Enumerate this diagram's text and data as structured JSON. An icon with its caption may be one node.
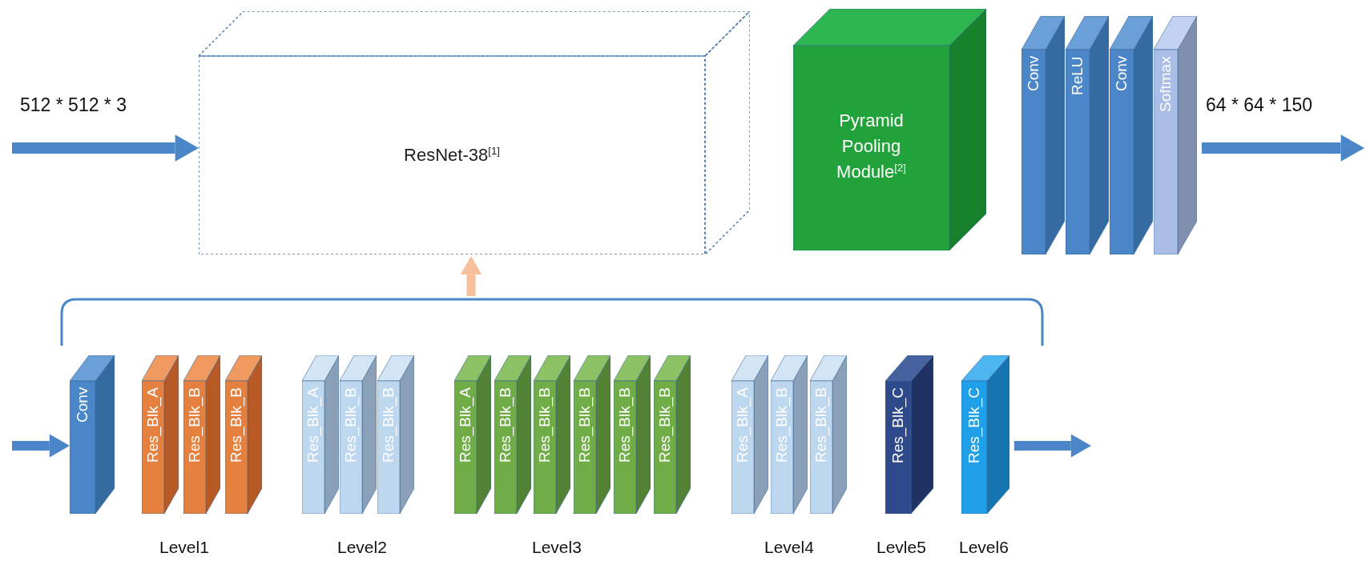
{
  "diagram": {
    "nodes": [
      {
        "text": [
          "ResNet-38$^{[1]}$"
        ]
      },
      {
        "text": [
          "Pyramid Pooling Module$^{[2]}$"
        ]
      },
      {
        "text": [
          "Conv"
        ]
      },
      {
        "text": [
          "ReLU"
        ]
      },
      {
        "text": [
          "Conv"
        ]
      },
      {
        "text": [
          "Softmax"
        ]
      },
      {
        "text": [
          "Conv"
        ]
      },
      {
        "text": [
          "Res_Blk_A"
        ]
      },
      {
        "text": [
          "Res_Blk_B"
        ]
      },
      {
        "text": [
          "Res_Blk_B"
        ]
      },
      {
        "text": [
          "Res_Blk_A"
        ]
      },
      {
        "text": [
          "Res_Blk_B"
        ]
      },
      {
        "text": [
          "Res_Blk_B"
        ]
      },
      {
        "text": [
          "Res_Blk_A"
        ]
      },
      {
        "text": [
          "Res_Blk_B"
        ]
      },
      {
        "text": [
          "Res_Blk_B"
        ]
      },
      {
        "text": [
          "Res_Blk_B"
        ]
      },
      {
        "text": [
          "Res_Blk_B"
        ]
      },
      {
        "text": [
          "Res_Blk_B"
        ]
      },
      {
        "text": [
          "Res_Blk_A"
        ]
      },
      {
        "text": [
          "Res_Blk_B"
        ]
      },
      {
        "text": [
          "Res_Blk_B"
        ]
      },
      {
        "text": [
          "Res_Blk_C"
        ]
      },
      {
        "text": [
          "Res_Blk_C"
        ]
      },
      {
        "text": [],
        "shape": "bracket"
      }
    ],
    "edges": [
      {
        "from": null,
        "to": 0,
        "arrow": "to",
        "label": "512 * 512 * 3"
      },
      {
        "from": 5,
        "to": null,
        "arrow": "to",
        "label": "64 * 64 * 150"
      },
      {
        "from": null,
        "to": 6,
        "arrow": "to"
      },
      {
        "from": 23,
        "to": null,
        "arrow": "to"
      },
      {
        "from": 24,
        "to": 0,
        "arrow": "to",
        "color": "#f8c09a"
      }
    ],
    "labels": [
      "Level1",
      "Level2",
      "Level3",
      "Level4",
      "Levle5",
      "Level6"
    ]
  }
}
